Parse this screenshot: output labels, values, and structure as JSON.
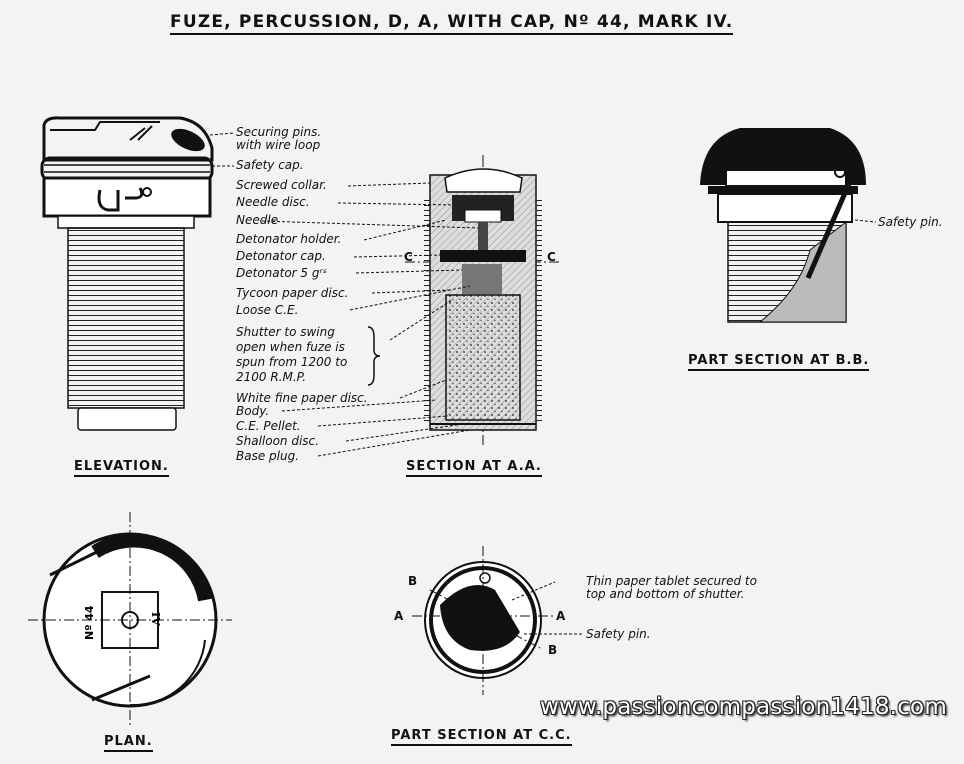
{
  "title": "FUZE, PERCUSSION, D, A, WITH CAP, Nº 44, MARK IV.",
  "views": {
    "elevation": "ELEVATION.",
    "section_aa": "SECTION AT A.A.",
    "part_section_bb": "PART SECTION AT B.B.",
    "plan": "PLAN.",
    "part_section_cc": "PART SECTION AT C.C."
  },
  "labels": {
    "securing_pins_1": "Securing pins.",
    "securing_pins_2": "with wire loop",
    "safety_cap": "Safety cap.",
    "screwed_collar": "Screwed collar.",
    "needle_disc": "Needle disc.",
    "needle": "Needle",
    "detonator_holder": "Detonator holder.",
    "detonator_cap": "Detonator cap.",
    "detonator_5grs": "Detonator 5 gʳˢ",
    "tycoon_paper_disc": "Tycoon paper disc.",
    "loose_ce": "Loose C.E.",
    "shutter_1": "Shutter to swing",
    "shutter_2": "open when fuze is",
    "shutter_3": "spun from 1200 to",
    "shutter_4": "2100 R.M.P.",
    "white_fine_paper_disc": "White fine paper disc.",
    "body": "Body.",
    "ce_pellet": "C.E. Pellet.",
    "shalloon_disc": "Shalloon disc.",
    "base_plug": "Base plug.",
    "safety_pin_bb": "Safety pin.",
    "thin_paper_1": "Thin paper tablet secured to",
    "thin_paper_2": "top and bottom of shutter.",
    "safety_pin_cc": "Safety pin."
  },
  "section_letters": {
    "c": "C",
    "a": "A",
    "b": "B"
  },
  "plan_markings": {
    "number": "Nº 44",
    "mark": "IV"
  },
  "watermark": "www.passioncompassion1418.com"
}
